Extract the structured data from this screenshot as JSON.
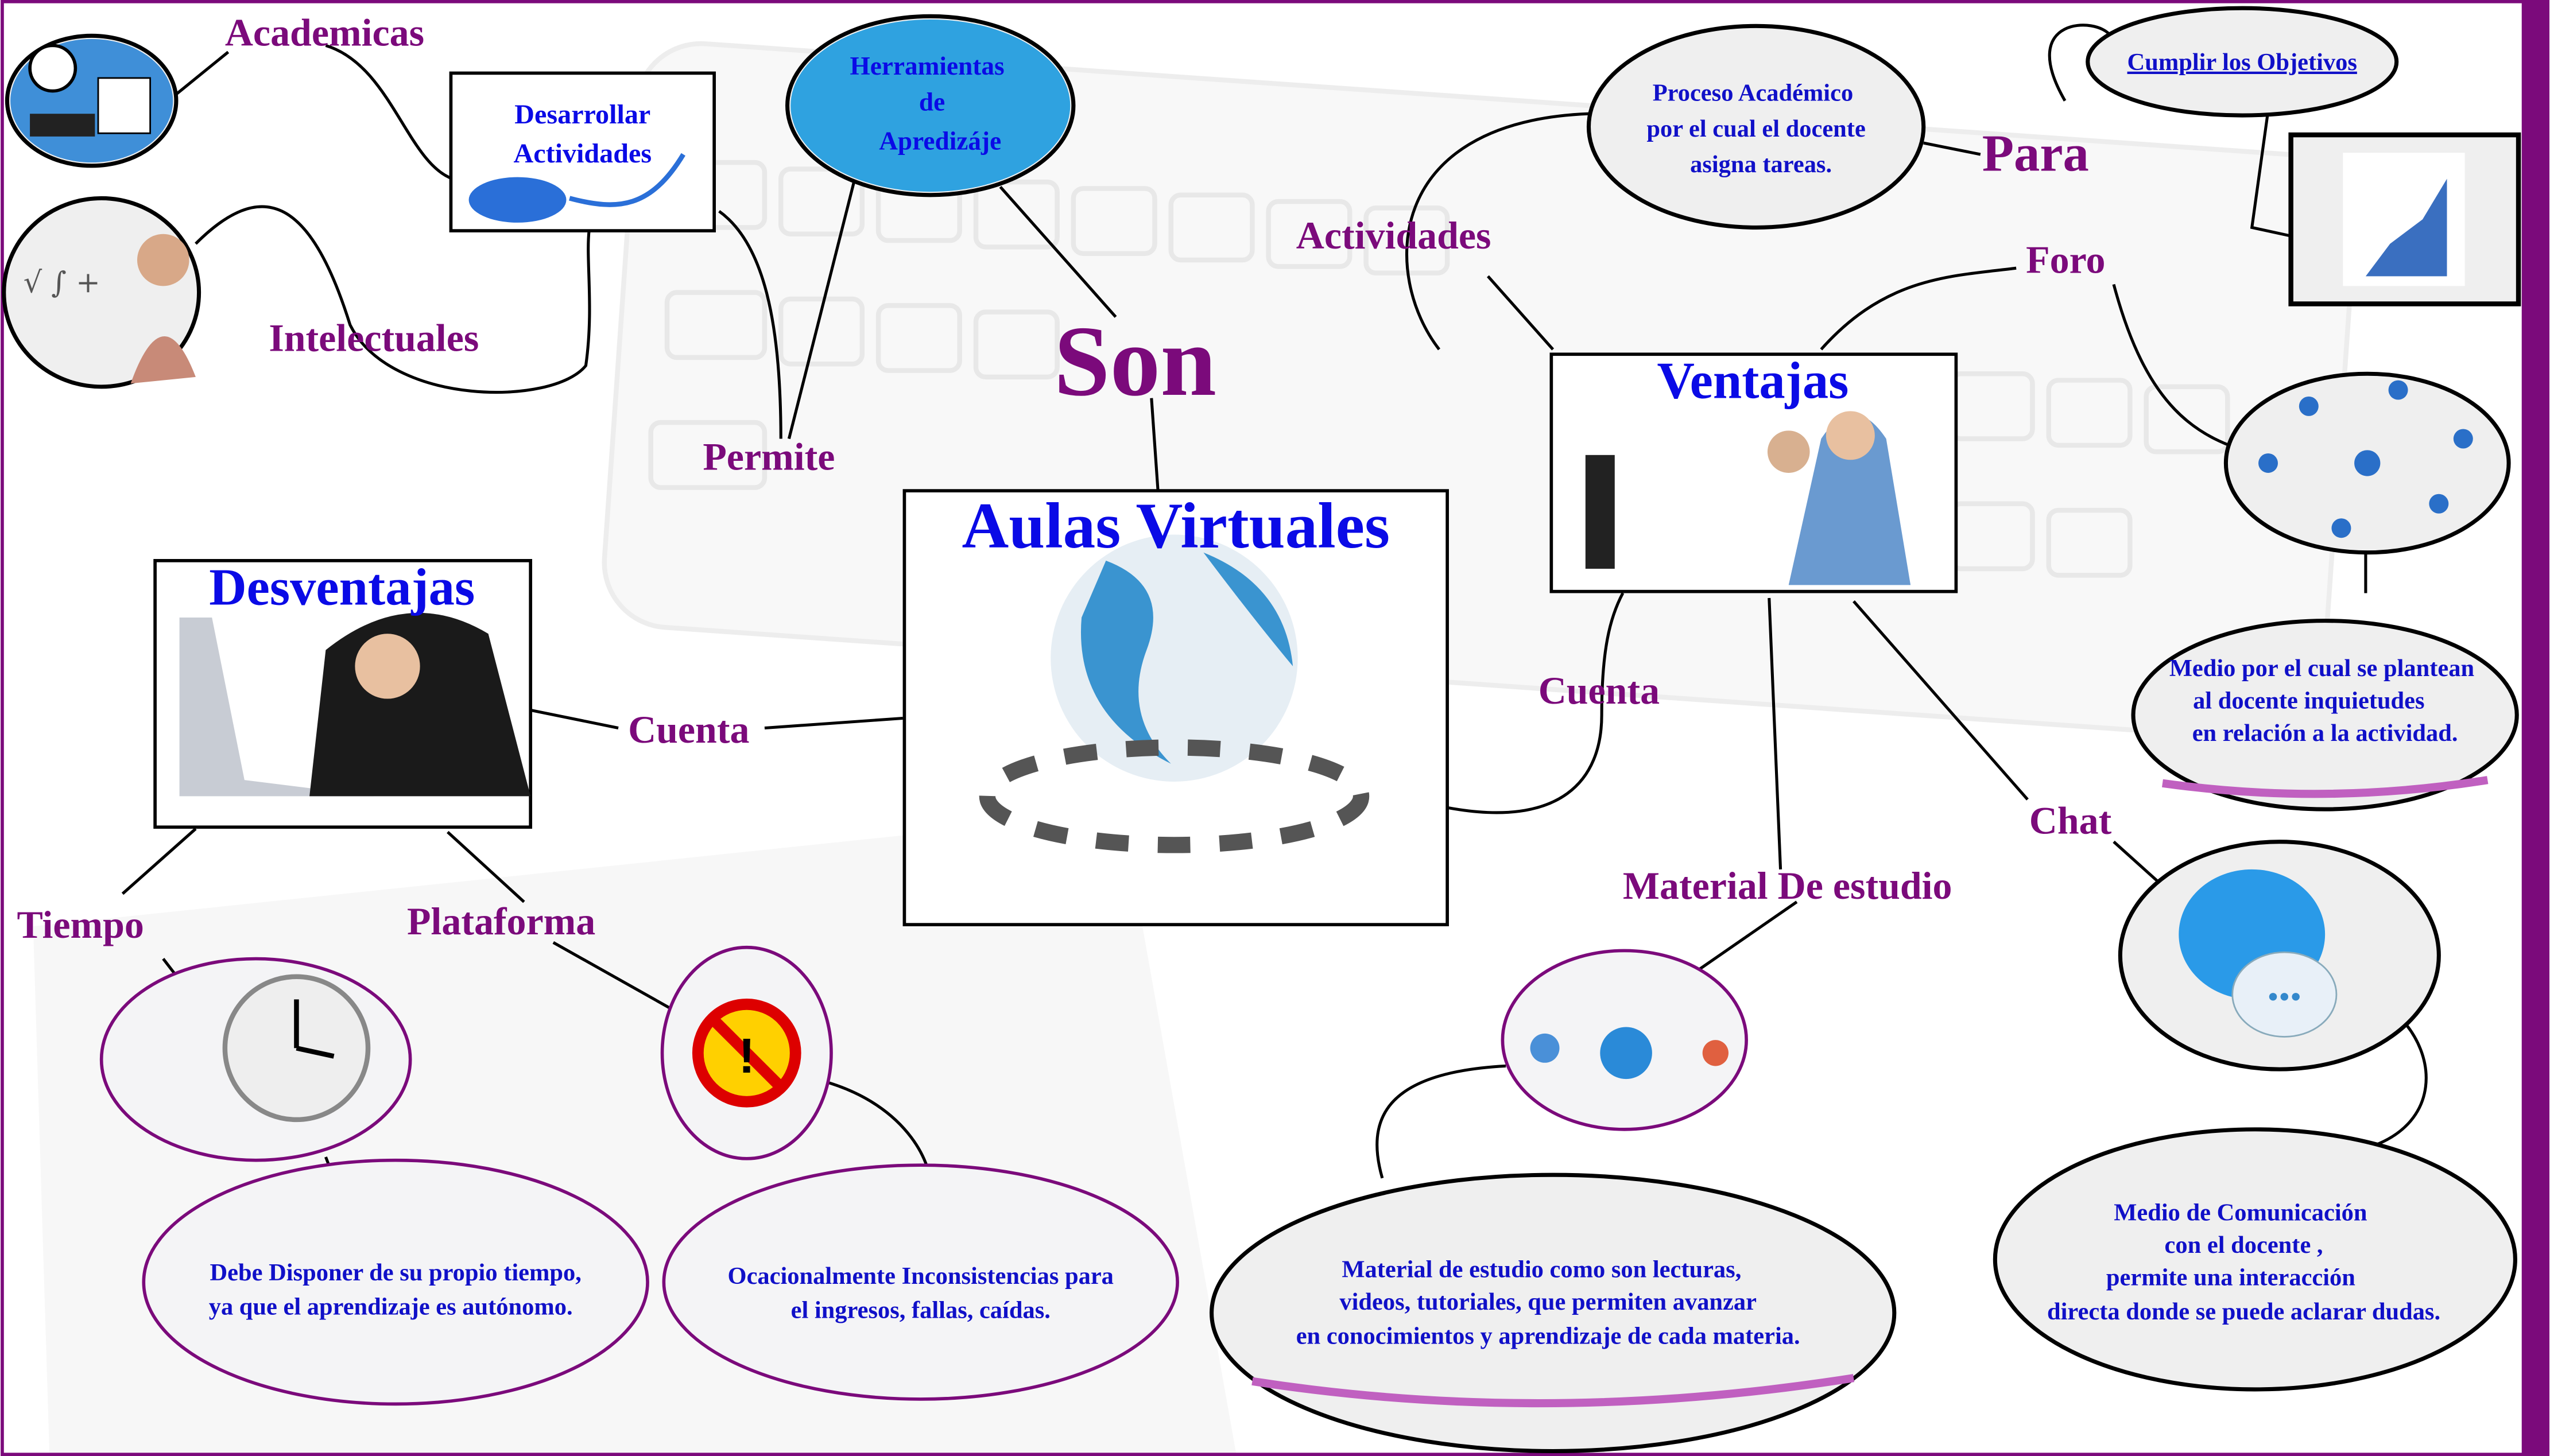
{
  "labels": {
    "academicas": "Academicas",
    "intelectuales": "Intelectuales",
    "permite": "Permite",
    "son": "Son",
    "actividades": "Actividades",
    "para": "Para",
    "foro": "Foro",
    "cuenta_left": "Cuenta",
    "cuenta_right": "Cuenta",
    "tiempo": "Tiempo",
    "plataforma": "Plataforma",
    "material": "Material De estudio",
    "chat": "Chat"
  },
  "titles": {
    "center": "Aulas Virtuales",
    "desventajas": "Desventajas",
    "ventajas": "Ventajas"
  },
  "nodes": {
    "desarrollar": [
      "Desarrollar",
      "Actividades"
    ],
    "herramientas": [
      "Herramientas",
      "de",
      "Apredizáje"
    ],
    "proceso": [
      "Proceso Académico",
      "por el cual  el docente",
      "asigna tareas."
    ],
    "cumplir": "Cumplir los Objetivos",
    "foro_desc": [
      "Medio por el  cual se plantean",
      "al docente  inquietudes",
      "en relación a la actividad."
    ],
    "chat_desc": [
      "Medio de Comunicación",
      "con  el  docente ,",
      "permite una interacción",
      "directa donde  se  puede  aclarar dudas."
    ],
    "material_desc": [
      "Material de estudio como son lecturas,",
      "videos, tutoriales, que permiten avanzar",
      "en conocimientos y aprendizaje de cada materia."
    ],
    "tiempo_desc": [
      "Debe Disponer de su propio tiempo,",
      "ya que el aprendizaje es autónomo."
    ],
    "plataforma_desc": [
      "Ocacionalmente  Inconsistencias para",
      "el ingresos, fallas, caídas."
    ]
  },
  "colors": {
    "label": "#7b0a7b",
    "title": "#0a0ae6",
    "frame": "#7b0a7b"
  },
  "icons": [
    "clock-books-icon",
    "thinking-woman-icon",
    "mouse-icon",
    "digital-tools-icon",
    "globe-network-icon",
    "frustrated-woman-laptop-icon",
    "students-computer-icon",
    "success-stairs-icon",
    "people-network-icon",
    "chat-bubble-icon",
    "virtual-classroom-icon",
    "warning-icon",
    "clock-runner-icon"
  ]
}
